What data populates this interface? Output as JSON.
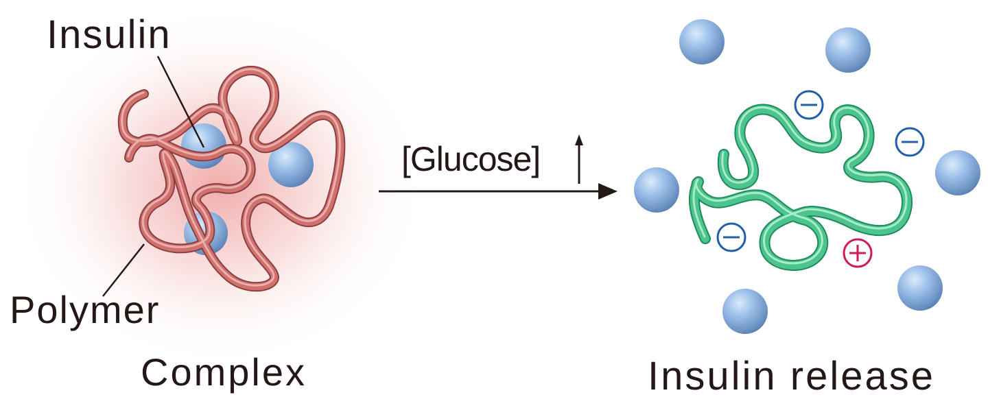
{
  "labels": {
    "insulin": "Insulin",
    "polymer": "Polymer",
    "complex": "Complex",
    "insulin_release": "Insulin release",
    "condition": "[Glucose]"
  },
  "charges": {
    "negative": "−",
    "positive": "+"
  },
  "colors": {
    "complex_polymer": "#d1716e",
    "complex_glow": "#f4b3b3",
    "released_polymer": "#4cc48e",
    "insulin_sphere": "#8fb4e0",
    "negative_charge": "#1f5fa8",
    "positive_charge": "#d0185a",
    "text": "#231815"
  },
  "icons": {
    "up_arrow": "up-arrow-icon",
    "reaction_arrow": "right-arrow-icon"
  }
}
